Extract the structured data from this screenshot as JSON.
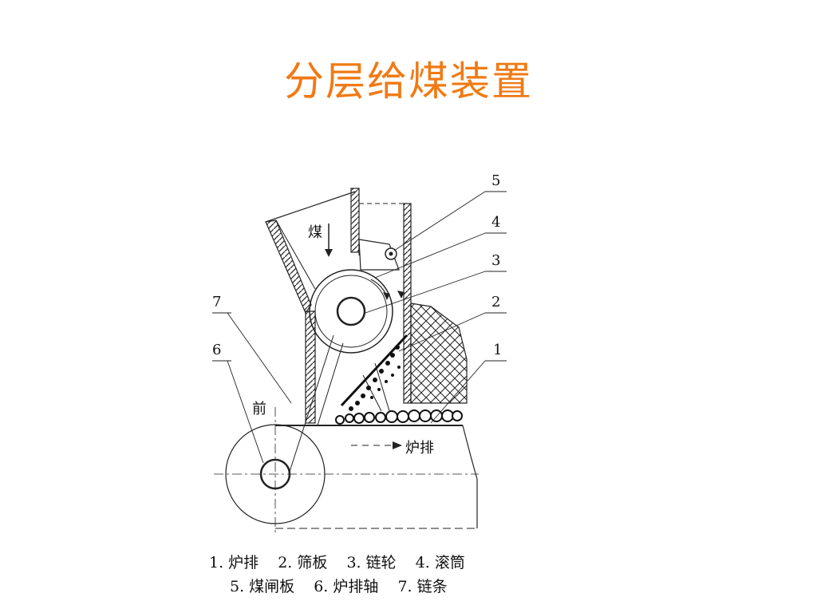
{
  "slide": {
    "title": "分层给煤装置"
  },
  "figure": {
    "labels": {
      "n1": "1",
      "n2": "2",
      "n3": "3",
      "n4": "4",
      "n5": "5",
      "n6": "6",
      "n7": "7",
      "coal": "煤",
      "front": "前",
      "grate": "炉排"
    },
    "legend": [
      "1. 炉排",
      "2. 筛板",
      "3. 链轮",
      "4. 滚筒",
      "5. 煤闸板",
      "6. 炉排轴",
      "7. 链条"
    ]
  }
}
